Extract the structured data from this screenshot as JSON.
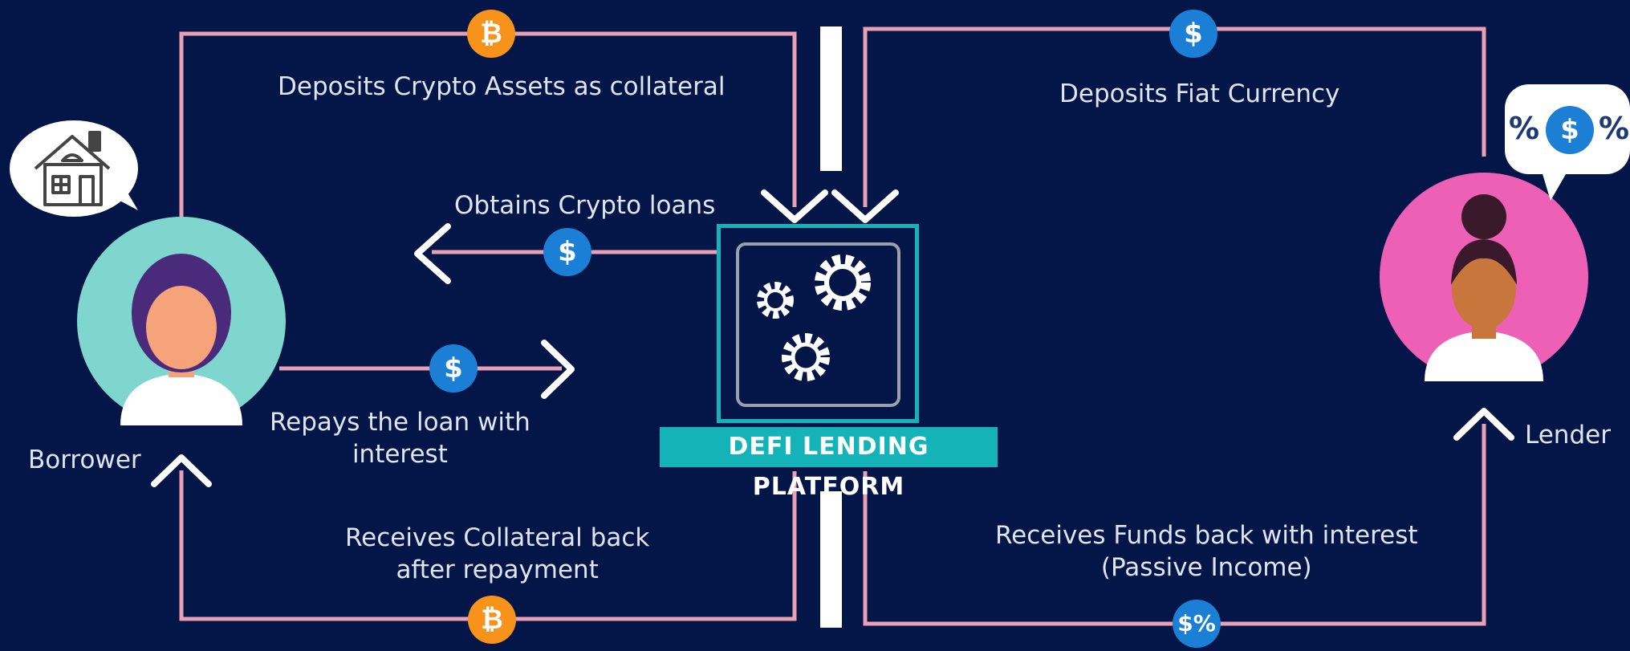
{
  "labels": {
    "deposits_crypto": "Deposits Crypto Assets as collateral",
    "deposits_fiat": "Deposits Fiat Currency",
    "obtains_loans": "Obtains Crypto loans",
    "repays_loan": "Repays the loan with\ninterest",
    "receives_collateral": "Receives Collateral back\nafter repayment",
    "receives_funds": "Receives Funds back with interest\n(Passive Income)",
    "borrower": "Borrower",
    "lender": "Lender",
    "platform": "DEFI LENDING PLATFORM"
  },
  "badges": {
    "bitcoin_symbol": "₿",
    "dollar_symbol": "$",
    "dollar_percent_symbol": "$%",
    "percent_symbol": "%"
  },
  "colors": {
    "background": "#041647",
    "flow_line": "#e8a0b4",
    "arrow": "#ffffff",
    "bitcoin": "#f7931a",
    "dollar": "#1b7fd6",
    "platform_accent": "#14b3b8",
    "borrower_circle": "#7fd6cf",
    "lender_circle": "#ee5fb6"
  },
  "icons": {
    "house": "house-icon",
    "gears": "gears-icon",
    "borrower_avatar": "woman-avatar-icon",
    "lender_avatar": "woman-avatar-icon"
  }
}
